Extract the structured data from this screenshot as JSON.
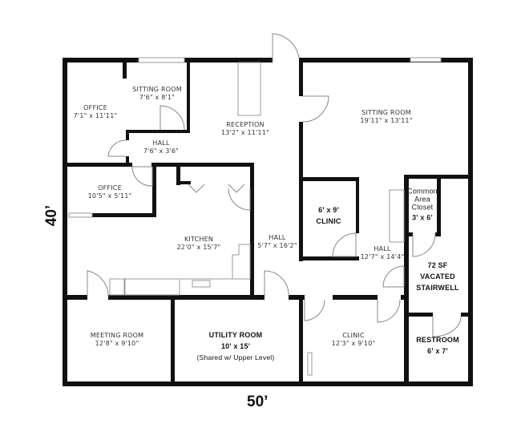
{
  "dimensions": {
    "height": "40’",
    "width": "50’"
  },
  "rooms": {
    "office_top": {
      "name": "OFFICE",
      "size": "7'1\" x 11'11\""
    },
    "sitting_small": {
      "name": "SITTING ROOM",
      "size": "7'6\" x 8'1\""
    },
    "reception": {
      "name": "RECEPTION",
      "size": "13'2\" x 11'11\""
    },
    "hall_small": {
      "name": "HALL",
      "size": "7'6\" x 3'6\""
    },
    "sitting_large": {
      "name": "SITTING ROOM",
      "size": "19'11\" x 13'11\""
    },
    "office_lower": {
      "name": "OFFICE",
      "size": "10'5\" x 5'11\""
    },
    "clinic_small": {
      "size": "6' x 9'",
      "name": "CLINIC"
    },
    "closet": {
      "line1": "Common",
      "line2": "Area",
      "line3": "Closet",
      "size": "3' x 6'"
    },
    "kitchen": {
      "name": "KITCHEN",
      "size": "22'0\" x 15'7\""
    },
    "hall_mid": {
      "name": "HALL",
      "size": "5'7\" x 16'2\""
    },
    "hall_right": {
      "name": "HALL",
      "size": "12'7\" x 14'4\""
    },
    "stairwell": {
      "line1": "72 SF",
      "line2": "VACATED",
      "line3": "STAIRWELL"
    },
    "meeting": {
      "name": "MEETING ROOM",
      "size": "12'8\" x 9'10\""
    },
    "utility": {
      "name": "UTILITY ROOM",
      "size": "10' x 15'",
      "note": "(Shared w/ Upper Level)"
    },
    "clinic_lower": {
      "name": "CLINIC",
      "size": "12'3\" x 9'10\""
    },
    "restroom": {
      "name": "RESTROOM",
      "size": "6' x 7'"
    }
  }
}
